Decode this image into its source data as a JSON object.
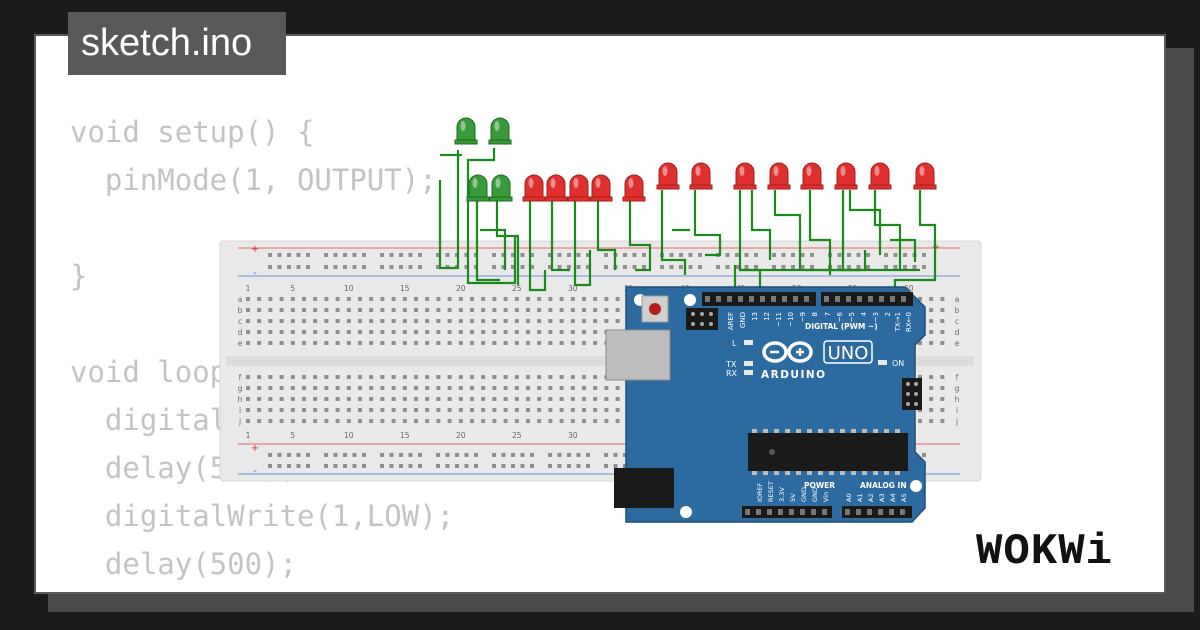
{
  "file_tab": {
    "label": "sketch.ino"
  },
  "code_lines": [
    "void setup() {",
    "  pinMode(1, OUTPUT);",
    "",
    "}",
    "",
    "void loop() {",
    "  digitalWrite(1,HIGH);",
    "  delay(500);",
    "  digitalWrite(1,LOW);",
    "  delay(500);",
    "}"
  ],
  "brand": {
    "logo_text": "WOKWi"
  },
  "breadboard": {
    "column_numbers": [
      "1",
      "5",
      "10",
      "15",
      "20",
      "25",
      "30",
      "35",
      "40",
      "45",
      "50",
      "55",
      "60"
    ],
    "bottom_column_numbers": [
      "1",
      "5",
      "10",
      "15",
      "20",
      "25",
      "30"
    ],
    "row_letters_top": [
      "a",
      "b",
      "c",
      "d",
      "e"
    ],
    "row_letters_bottom": [
      "f",
      "g",
      "h",
      "i",
      "j"
    ],
    "rail_plus": "+",
    "rail_minus": "-"
  },
  "arduino": {
    "model": "UNO",
    "brand": "ARDUINO",
    "digital_header_label": "DIGITAL (PWM ~)",
    "digital_pins": [
      "AREF",
      "GND",
      "13",
      "12",
      "~11",
      "~10",
      "~9",
      "8",
      "7",
      "~6",
      "~5",
      "4",
      "~3",
      "2",
      "TX→1",
      "RX←0"
    ],
    "led_labels": {
      "l": "L",
      "tx": "TX",
      "rx": "RX",
      "on": "ON"
    },
    "power_label": "POWER",
    "power_pins": [
      "IOREF",
      "RESET",
      "3.3V",
      "5V",
      "GND",
      "GND",
      "Vin"
    ],
    "analog_label": "ANALOG IN",
    "analog_pins": [
      "A0",
      "A1",
      "A2",
      "A3",
      "A4",
      "A5"
    ]
  },
  "colors": {
    "background": "#1b1b1b",
    "card": "#ffffff",
    "code_text": "#c4c4c4",
    "tab_bg": "#595959",
    "board_blue": "#2d6a9f",
    "wire_green": "#1a8a1a",
    "led_red": "#e0302e",
    "led_green": "#3a9a3a",
    "breadboard": "#e9e9e9"
  }
}
